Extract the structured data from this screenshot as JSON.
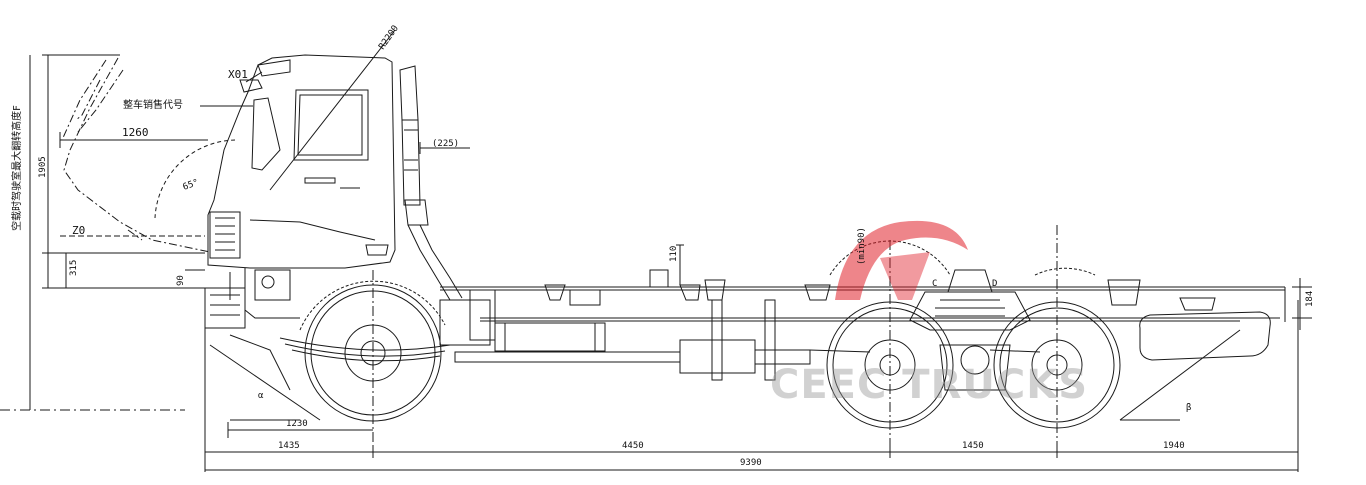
{
  "labels": {
    "front_overhang": "1435",
    "wheelbase_1": "4450",
    "wheelbase_2": "1450",
    "rear_overhang": "1940",
    "overall_length": "9390",
    "axle_offset": "1230",
    "cab_tilt_reach": "1260",
    "cab_clearance": "(225)",
    "tilt_radius": "R2200",
    "tilt_angle": "65°",
    "tilt_height": "1905",
    "bumper_height": "315",
    "bumper_offset": "90",
    "frame_height": "184",
    "tank_height": "110",
    "axle_travel": "(min90)",
    "ref_x": "X01",
    "ref_z": "Z0",
    "sales_code": "整车销售代号",
    "tilt_height_note": "空载时驾驶室最大翻转高度F",
    "mark_c": "C",
    "mark_d": "D",
    "approach_angle": "α",
    "departure_angle": "β"
  },
  "watermark": {
    "text": "CEEC TRUCKS",
    "logo_color": "#e0202a",
    "text_color": "#9a9a9a"
  }
}
